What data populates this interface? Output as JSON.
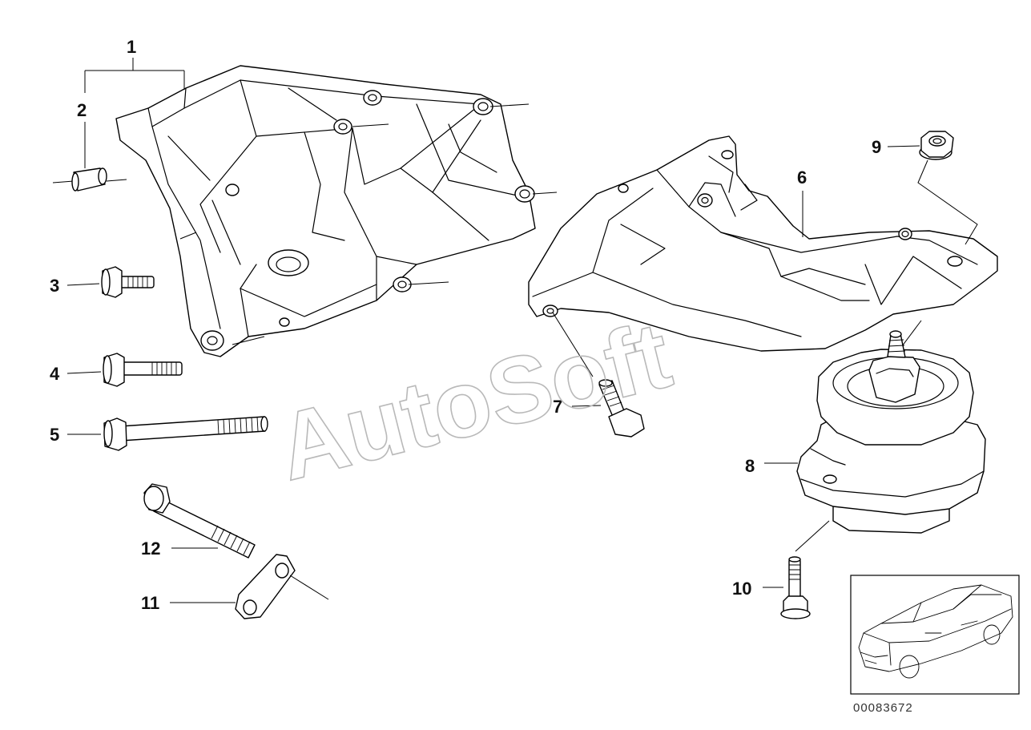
{
  "diagram": {
    "watermark": "AutoSoft",
    "document_number": "00083672",
    "callouts": [
      {
        "id": "c1",
        "label": "1"
      },
      {
        "id": "c2",
        "label": "2"
      },
      {
        "id": "c3",
        "label": "3"
      },
      {
        "id": "c4",
        "label": "4"
      },
      {
        "id": "c5",
        "label": "5"
      },
      {
        "id": "c6",
        "label": "6"
      },
      {
        "id": "c7",
        "label": "7"
      },
      {
        "id": "c8",
        "label": "8"
      },
      {
        "id": "c9",
        "label": "9"
      },
      {
        "id": "c10",
        "label": "10"
      },
      {
        "id": "c11",
        "label": "11"
      },
      {
        "id": "c12",
        "label": "12"
      }
    ]
  }
}
